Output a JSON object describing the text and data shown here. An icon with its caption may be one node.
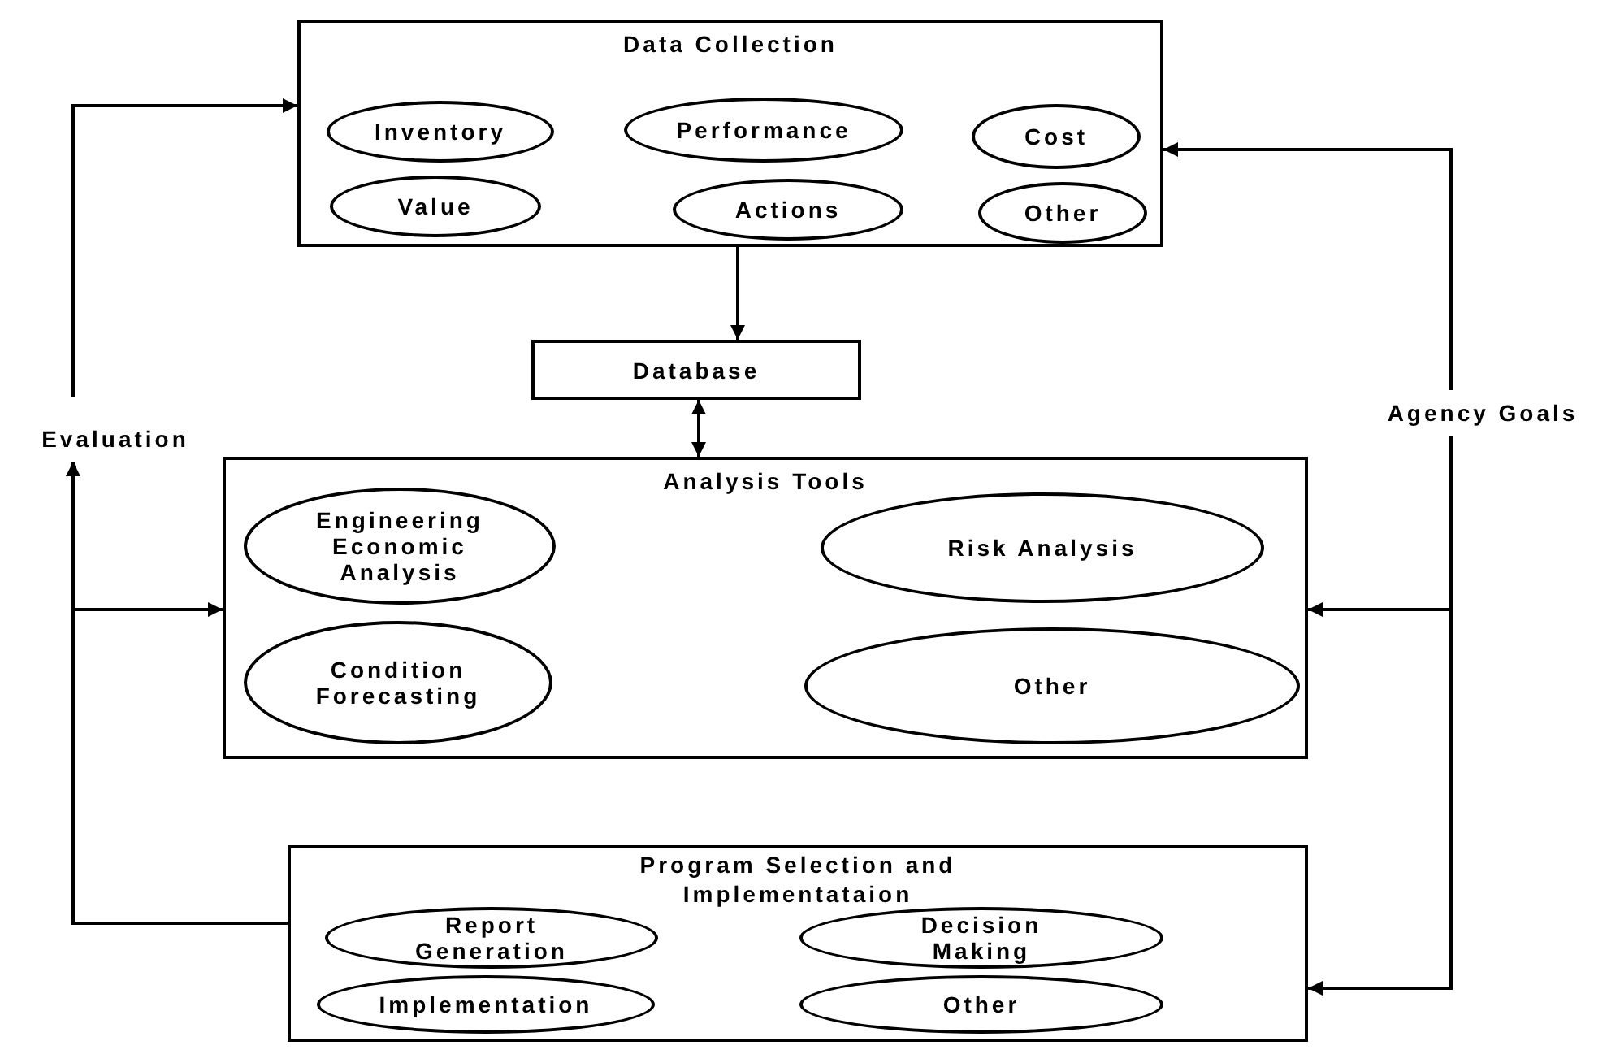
{
  "diagram": {
    "nodes": [
      {
        "text": [
          "Data Collection"
        ]
      },
      {
        "text": [
          "Inventory"
        ],
        "in": 0
      },
      {
        "text": [
          "Performance"
        ],
        "in": 0
      },
      {
        "text": [
          "Cost"
        ],
        "in": 0
      },
      {
        "text": [
          "Value"
        ],
        "in": 0
      },
      {
        "text": [
          "Actions"
        ],
        "in": 0
      },
      {
        "text": [
          "Other"
        ],
        "in": 0
      },
      {
        "text": [
          "Database"
        ]
      },
      {
        "text": [
          "Analysis Tools"
        ]
      },
      {
        "text": [
          "Engineering Economic Analysis"
        ],
        "in": 8
      },
      {
        "text": [
          "Risk Analysis"
        ],
        "in": 8
      },
      {
        "text": [
          "Condition Forecasting"
        ],
        "in": 8
      },
      {
        "text": [
          "Other"
        ],
        "in": 8
      },
      {
        "text": [
          "Program Selection and Implementataion"
        ]
      },
      {
        "text": [
          "Report Generation"
        ],
        "in": 13
      },
      {
        "text": [
          "Decision Making"
        ],
        "in": 13
      },
      {
        "text": [
          "Implementation"
        ],
        "in": 13
      },
      {
        "text": [
          "Other"
        ],
        "in": 13
      },
      {
        "text": [
          "Evaluation"
        ]
      },
      {
        "text": [
          "Agency Goals"
        ]
      }
    ],
    "edges": [
      {
        "from": 0,
        "to": 7,
        "arrow": "to"
      },
      {
        "from": 7,
        "to": 8,
        "arrow": "both"
      },
      {
        "from": 13,
        "to": 18,
        "arrow": "to"
      },
      {
        "from": 18,
        "to": 0,
        "arrow": "to"
      },
      {
        "from": 13,
        "to": 8,
        "arrow": "to"
      },
      {
        "from": 19,
        "to": 0,
        "arrow": "to"
      },
      {
        "from": 19,
        "to": 8,
        "arrow": "to"
      },
      {
        "from": 19,
        "to": 13,
        "arrow": "to"
      }
    ]
  }
}
